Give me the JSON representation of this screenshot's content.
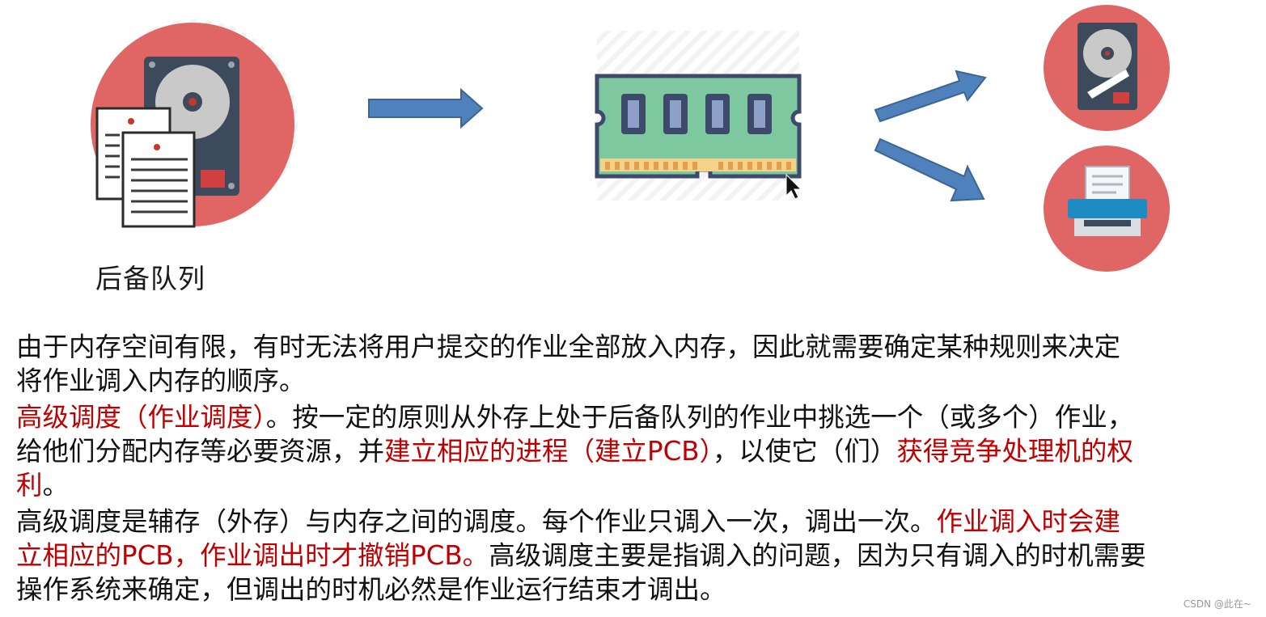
{
  "diagram": {
    "queue_label": "后备队列",
    "icons": [
      "hard-disk-with-documents-icon",
      "memory-module-icon",
      "hard-disk-icon",
      "printer-icon",
      "mouse-cursor-icon"
    ]
  },
  "paragraphs": {
    "p1": {
      "line1": "由于内存空间有限，有时无法将用户提交的作业全部放入内存，因此就需要确定某种规则来决定",
      "line2": "将作业调入内存的顺序。"
    },
    "p2": {
      "l1_red": "高级调度（作业调度）",
      "l1_black": "。按一定的原则从外存上处于后备队列的作业中挑选一个（或多个）作业，",
      "l2_black_a": "给他们分配内存等必要资源，并",
      "l2_red_a": "建立相应的进程（建立PCB）",
      "l2_black_b": "，以使它（们）",
      "l2_red_b": "获得竞争处理机的权",
      "l3_red": "利",
      "l3_black": "。"
    },
    "p3": {
      "l1_black": "高级调度是辅存（外存）与内存之间的调度。每个作业只调入一次，调出一次。",
      "l1_red": "作业调入时会建",
      "l2_red": "立相应的PCB，作业调出时才撤销PCB。",
      "l2_black": "高级调度主要是指调入的问题，因为只有调入的时机需要",
      "l3_black": "操作系统来确定，但调出的时机必然是作业运行结束才调出。"
    }
  },
  "watermark": "CSDN @此在~",
  "colors": {
    "red_text": "#c00000",
    "circle_red": "#e06666",
    "arrow_blue": "#4f81bd",
    "ram_green": "#7ec8a0"
  }
}
